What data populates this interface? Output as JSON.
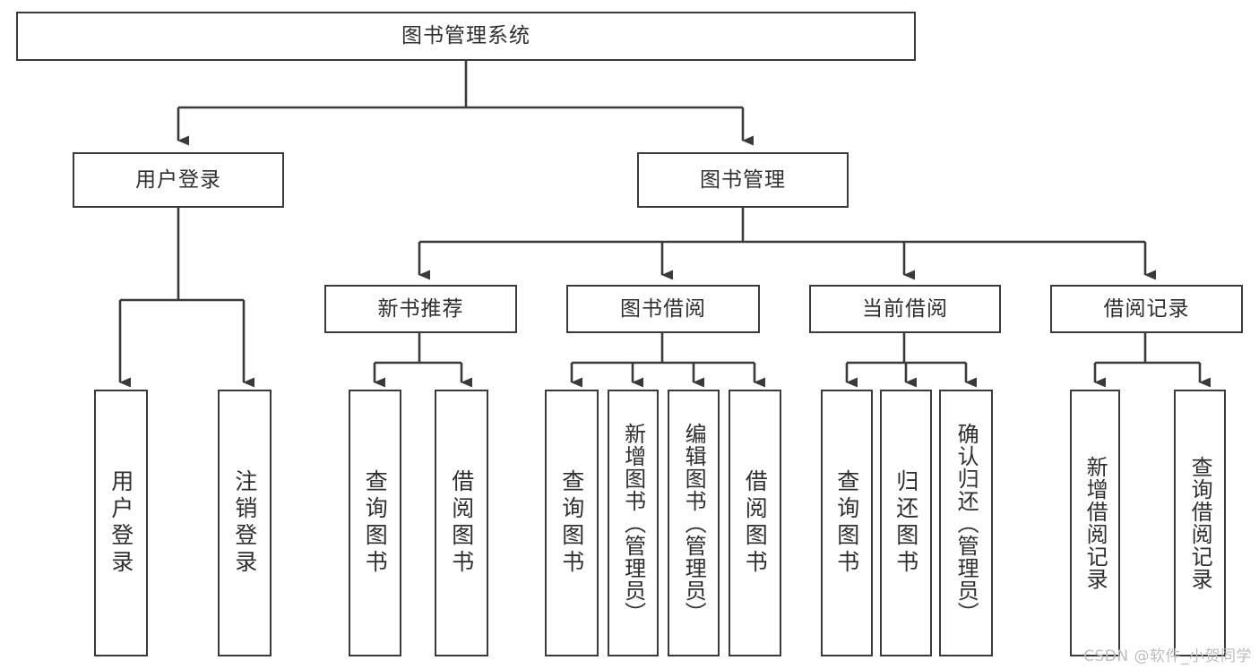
{
  "diagram": {
    "type": "tree-hierarchy-functional-decomposition",
    "title": "图书管理系统",
    "levels": 4,
    "root": {
      "id": "root",
      "label": "图书管理系统"
    },
    "level2": [
      {
        "id": "user-login",
        "label": "用户登录"
      },
      {
        "id": "book-management",
        "label": "图书管理"
      }
    ],
    "level3": [
      {
        "id": "new-book-recommend",
        "label": "新书推荐",
        "parent": "book-management"
      },
      {
        "id": "book-borrow",
        "label": "图书借阅",
        "parent": "book-management"
      },
      {
        "id": "current-borrow",
        "label": "当前借阅",
        "parent": "book-management"
      },
      {
        "id": "borrow-record",
        "label": "借阅记录",
        "parent": "book-management"
      }
    ],
    "leaves": [
      {
        "id": "leaf-user-login",
        "label": "用户登录",
        "parent": "user-login"
      },
      {
        "id": "leaf-logout-login",
        "label": "注销登录",
        "parent": "user-login"
      },
      {
        "id": "leaf-query-book-1",
        "label": "查询图书",
        "parent": "new-book-recommend"
      },
      {
        "id": "leaf-borrow-book-1",
        "label": "借阅图书",
        "parent": "new-book-recommend"
      },
      {
        "id": "leaf-query-book-2",
        "label": "查询图书",
        "parent": "book-borrow"
      },
      {
        "id": "leaf-add-book",
        "label": "新增图书（管理员）",
        "parent": "book-borrow"
      },
      {
        "id": "leaf-edit-book",
        "label": "编辑图书（管理员）",
        "parent": "book-borrow"
      },
      {
        "id": "leaf-borrow-book-2",
        "label": "借阅图书",
        "parent": "book-borrow"
      },
      {
        "id": "leaf-query-book-3",
        "label": "查询图书",
        "parent": "current-borrow"
      },
      {
        "id": "leaf-return-book",
        "label": "归还图书",
        "parent": "current-borrow"
      },
      {
        "id": "leaf-confirm-return",
        "label": "确认归还（管理员）",
        "parent": "current-borrow"
      },
      {
        "id": "leaf-add-record",
        "label": "新增借阅记录",
        "parent": "borrow-record"
      },
      {
        "id": "leaf-query-record",
        "label": "查询借阅记录",
        "parent": "borrow-record"
      }
    ],
    "colors": {
      "box_border": "#3a3a3a",
      "box_fill": "#ffffff",
      "connector": "#3a3a3a",
      "text": "#2f2f2f",
      "watermark": "#bdbdbd",
      "background": "#ffffff"
    }
  },
  "watermark": {
    "text": "CSDN @软件_小贺同学"
  }
}
